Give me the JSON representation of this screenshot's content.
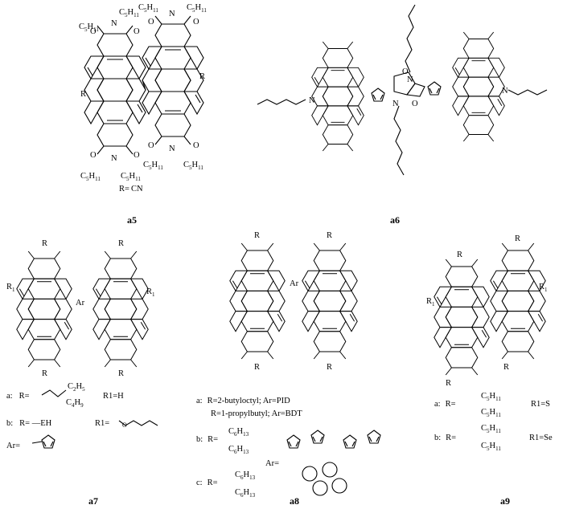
{
  "labels": {
    "a5": "a5",
    "a6": "a6",
    "a7": "a7",
    "a8": "a8",
    "a9": "a9"
  },
  "a5": {
    "r_def": "R=",
    "r_val": "CN",
    "r": "R",
    "n": "N",
    "o": "O",
    "c5": "C",
    "c5sub": "5",
    "h11": "H",
    "h11sub": "11"
  },
  "a7": {
    "rowa_label": "a:",
    "rowa_r": "R=",
    "rowa_c2": "C",
    "rowa_c2sub": "2",
    "rowa_h5": "H",
    "rowa_h5sub": "5",
    "rowa_c4": "C",
    "rowa_c4sub": "4",
    "rowa_h9": "H",
    "rowa_h9sub": "9",
    "rowa_r1": "R1=H",
    "rowb_label": "b:",
    "rowb_r": "R= —EH",
    "rowb_r1": "R1=",
    "ar_label": "Ar=",
    "r1": "R",
    "r1sub": "1",
    "ar": "Ar"
  },
  "a8": {
    "line1_label": "a:",
    "line1": "R=2-butyloctyl; Ar=PID",
    "line2": "R=1-propylbutyl; Ar=BDT",
    "b_label": "b:",
    "b_r": "R=",
    "c_label": "c:",
    "c_r": "R=",
    "c6": "C",
    "c6sub": "6",
    "h13": "H",
    "h13sub": "13",
    "ar_label": "Ar="
  },
  "a9": {
    "a_label": "a:",
    "a_r": "R=",
    "a_r1": "R1=S",
    "b_label": "b:",
    "b_r": "R=",
    "b_r1": "R1=Se"
  },
  "diagram_colors": {
    "stroke": "#000000",
    "background": "#ffffff"
  }
}
